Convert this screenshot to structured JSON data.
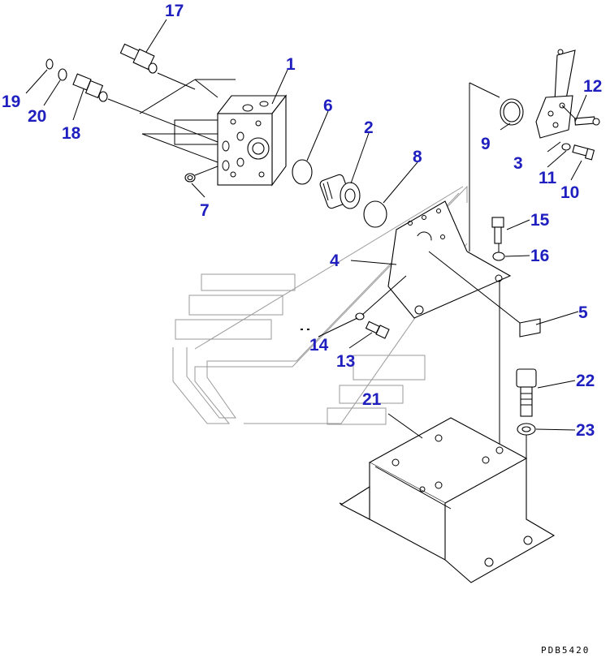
{
  "diagram": {
    "drawing_code": "PDB5420",
    "callouts": [
      {
        "id": "1",
        "text": "1"
      },
      {
        "id": "2",
        "text": "2"
      },
      {
        "id": "3",
        "text": "3"
      },
      {
        "id": "4",
        "text": "4"
      },
      {
        "id": "5",
        "text": "5"
      },
      {
        "id": "6",
        "text": "6"
      },
      {
        "id": "7",
        "text": "7"
      },
      {
        "id": "8",
        "text": "8"
      },
      {
        "id": "9",
        "text": "9"
      },
      {
        "id": "10",
        "text": "10"
      },
      {
        "id": "11",
        "text": "11"
      },
      {
        "id": "12",
        "text": "12"
      },
      {
        "id": "13",
        "text": "13"
      },
      {
        "id": "14",
        "text": "14"
      },
      {
        "id": "15",
        "text": "15"
      },
      {
        "id": "16",
        "text": "16"
      },
      {
        "id": "17",
        "text": "17"
      },
      {
        "id": "18",
        "text": "18"
      },
      {
        "id": "19",
        "text": "19"
      },
      {
        "id": "20",
        "text": "20"
      },
      {
        "id": "21",
        "text": "21"
      },
      {
        "id": "22",
        "text": "22"
      },
      {
        "id": "23",
        "text": "23"
      }
    ],
    "colors": {
      "callout": "#1f1fbf",
      "line": "#000000",
      "watermark": "#9a9a9a"
    }
  }
}
